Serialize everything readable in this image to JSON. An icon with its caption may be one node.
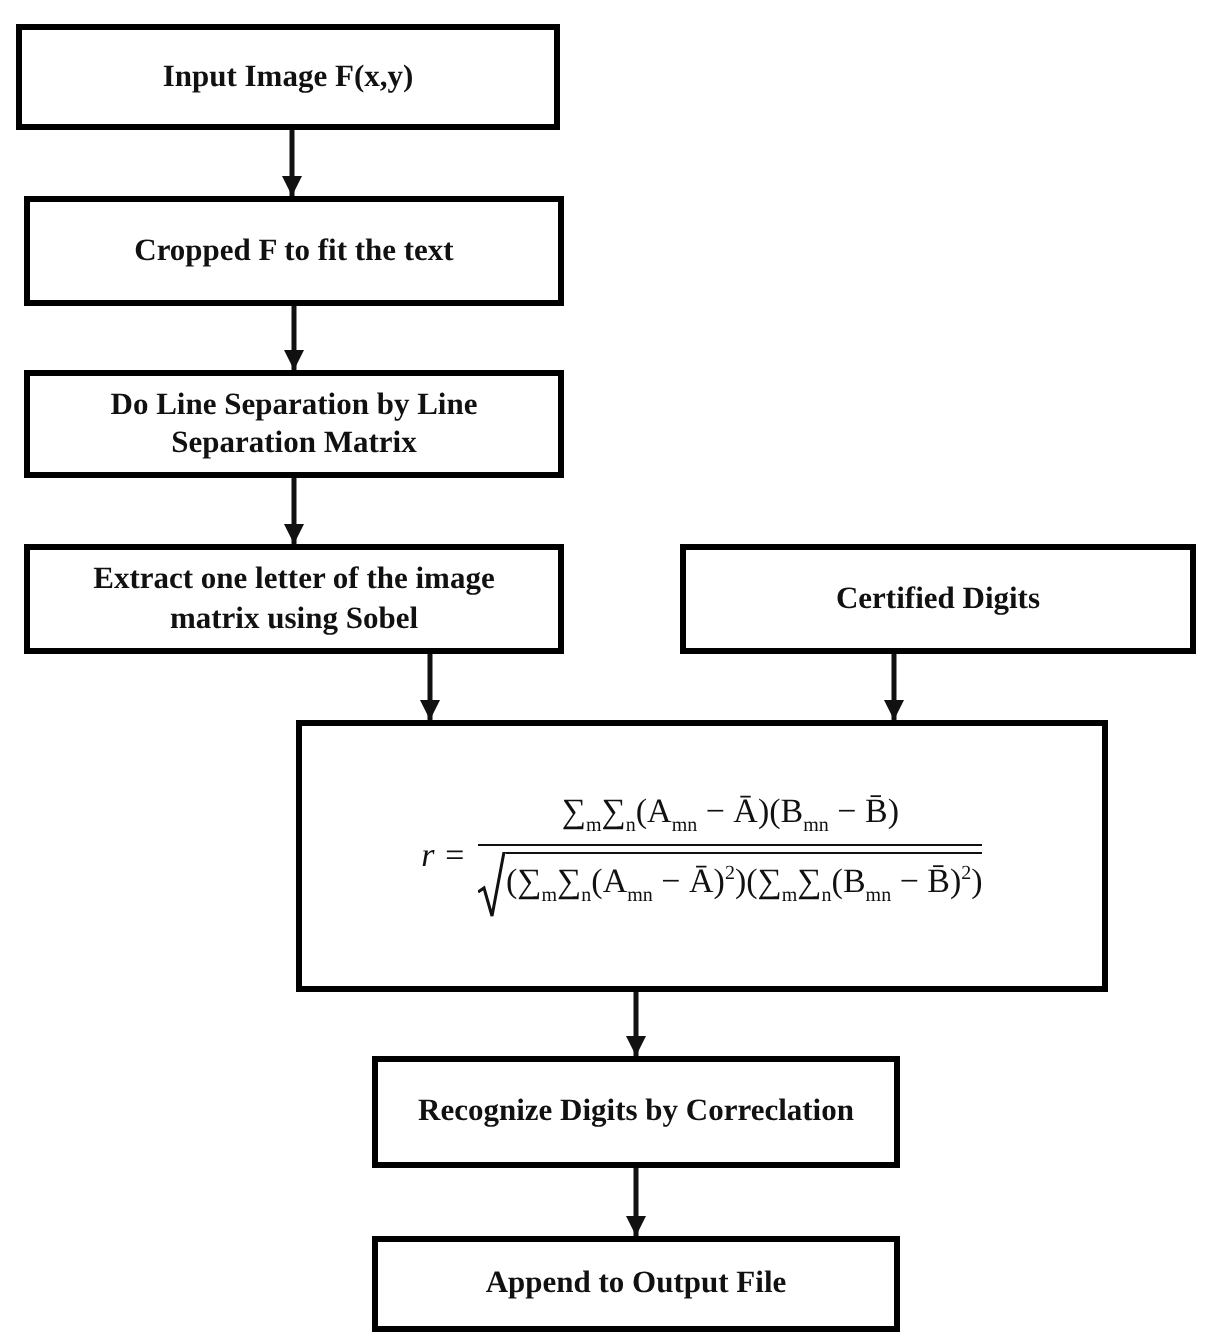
{
  "diagram": {
    "nodes": [
      {
        "text": [
          "Input Image F(x,y)"
        ]
      },
      {
        "text": [
          "Cropped F to fit the text"
        ]
      },
      {
        "text": [
          "Do Line Separation by Line Separation Matrix"
        ]
      },
      {
        "text": [
          "Extract one letter of the image matrix using Sobel"
        ]
      },
      {
        "text": [
          "Certified Digits"
        ]
      },
      {
        "text": [
          "r =",
          "∑$_{m}$∑$_{n}$(A$_{mn}$ − Ā)(B$_{mn}$ − B̄)",
          "(∑$_{m}$∑$_{n}$(A$_{mn}$ − Ā)$^{2}$)(∑$_{m}$∑$_{n}$(B$_{mn}$ − B̄)$^{2}$)"
        ]
      },
      {
        "text": [
          "Recognize Digits by Correclation"
        ]
      },
      {
        "text": [
          "Append to Output File"
        ]
      }
    ],
    "edges": [
      {
        "from": 0,
        "to": 1,
        "arrow": "to"
      },
      {
        "from": 1,
        "to": 2,
        "arrow": "to"
      },
      {
        "from": 2,
        "to": 3,
        "arrow": "to"
      },
      {
        "from": 3,
        "to": 5,
        "arrow": "to"
      },
      {
        "from": 4,
        "to": 5,
        "arrow": "to"
      },
      {
        "from": 5,
        "to": 6,
        "arrow": "to"
      },
      {
        "from": 6,
        "to": 7,
        "arrow": "to"
      }
    ]
  }
}
